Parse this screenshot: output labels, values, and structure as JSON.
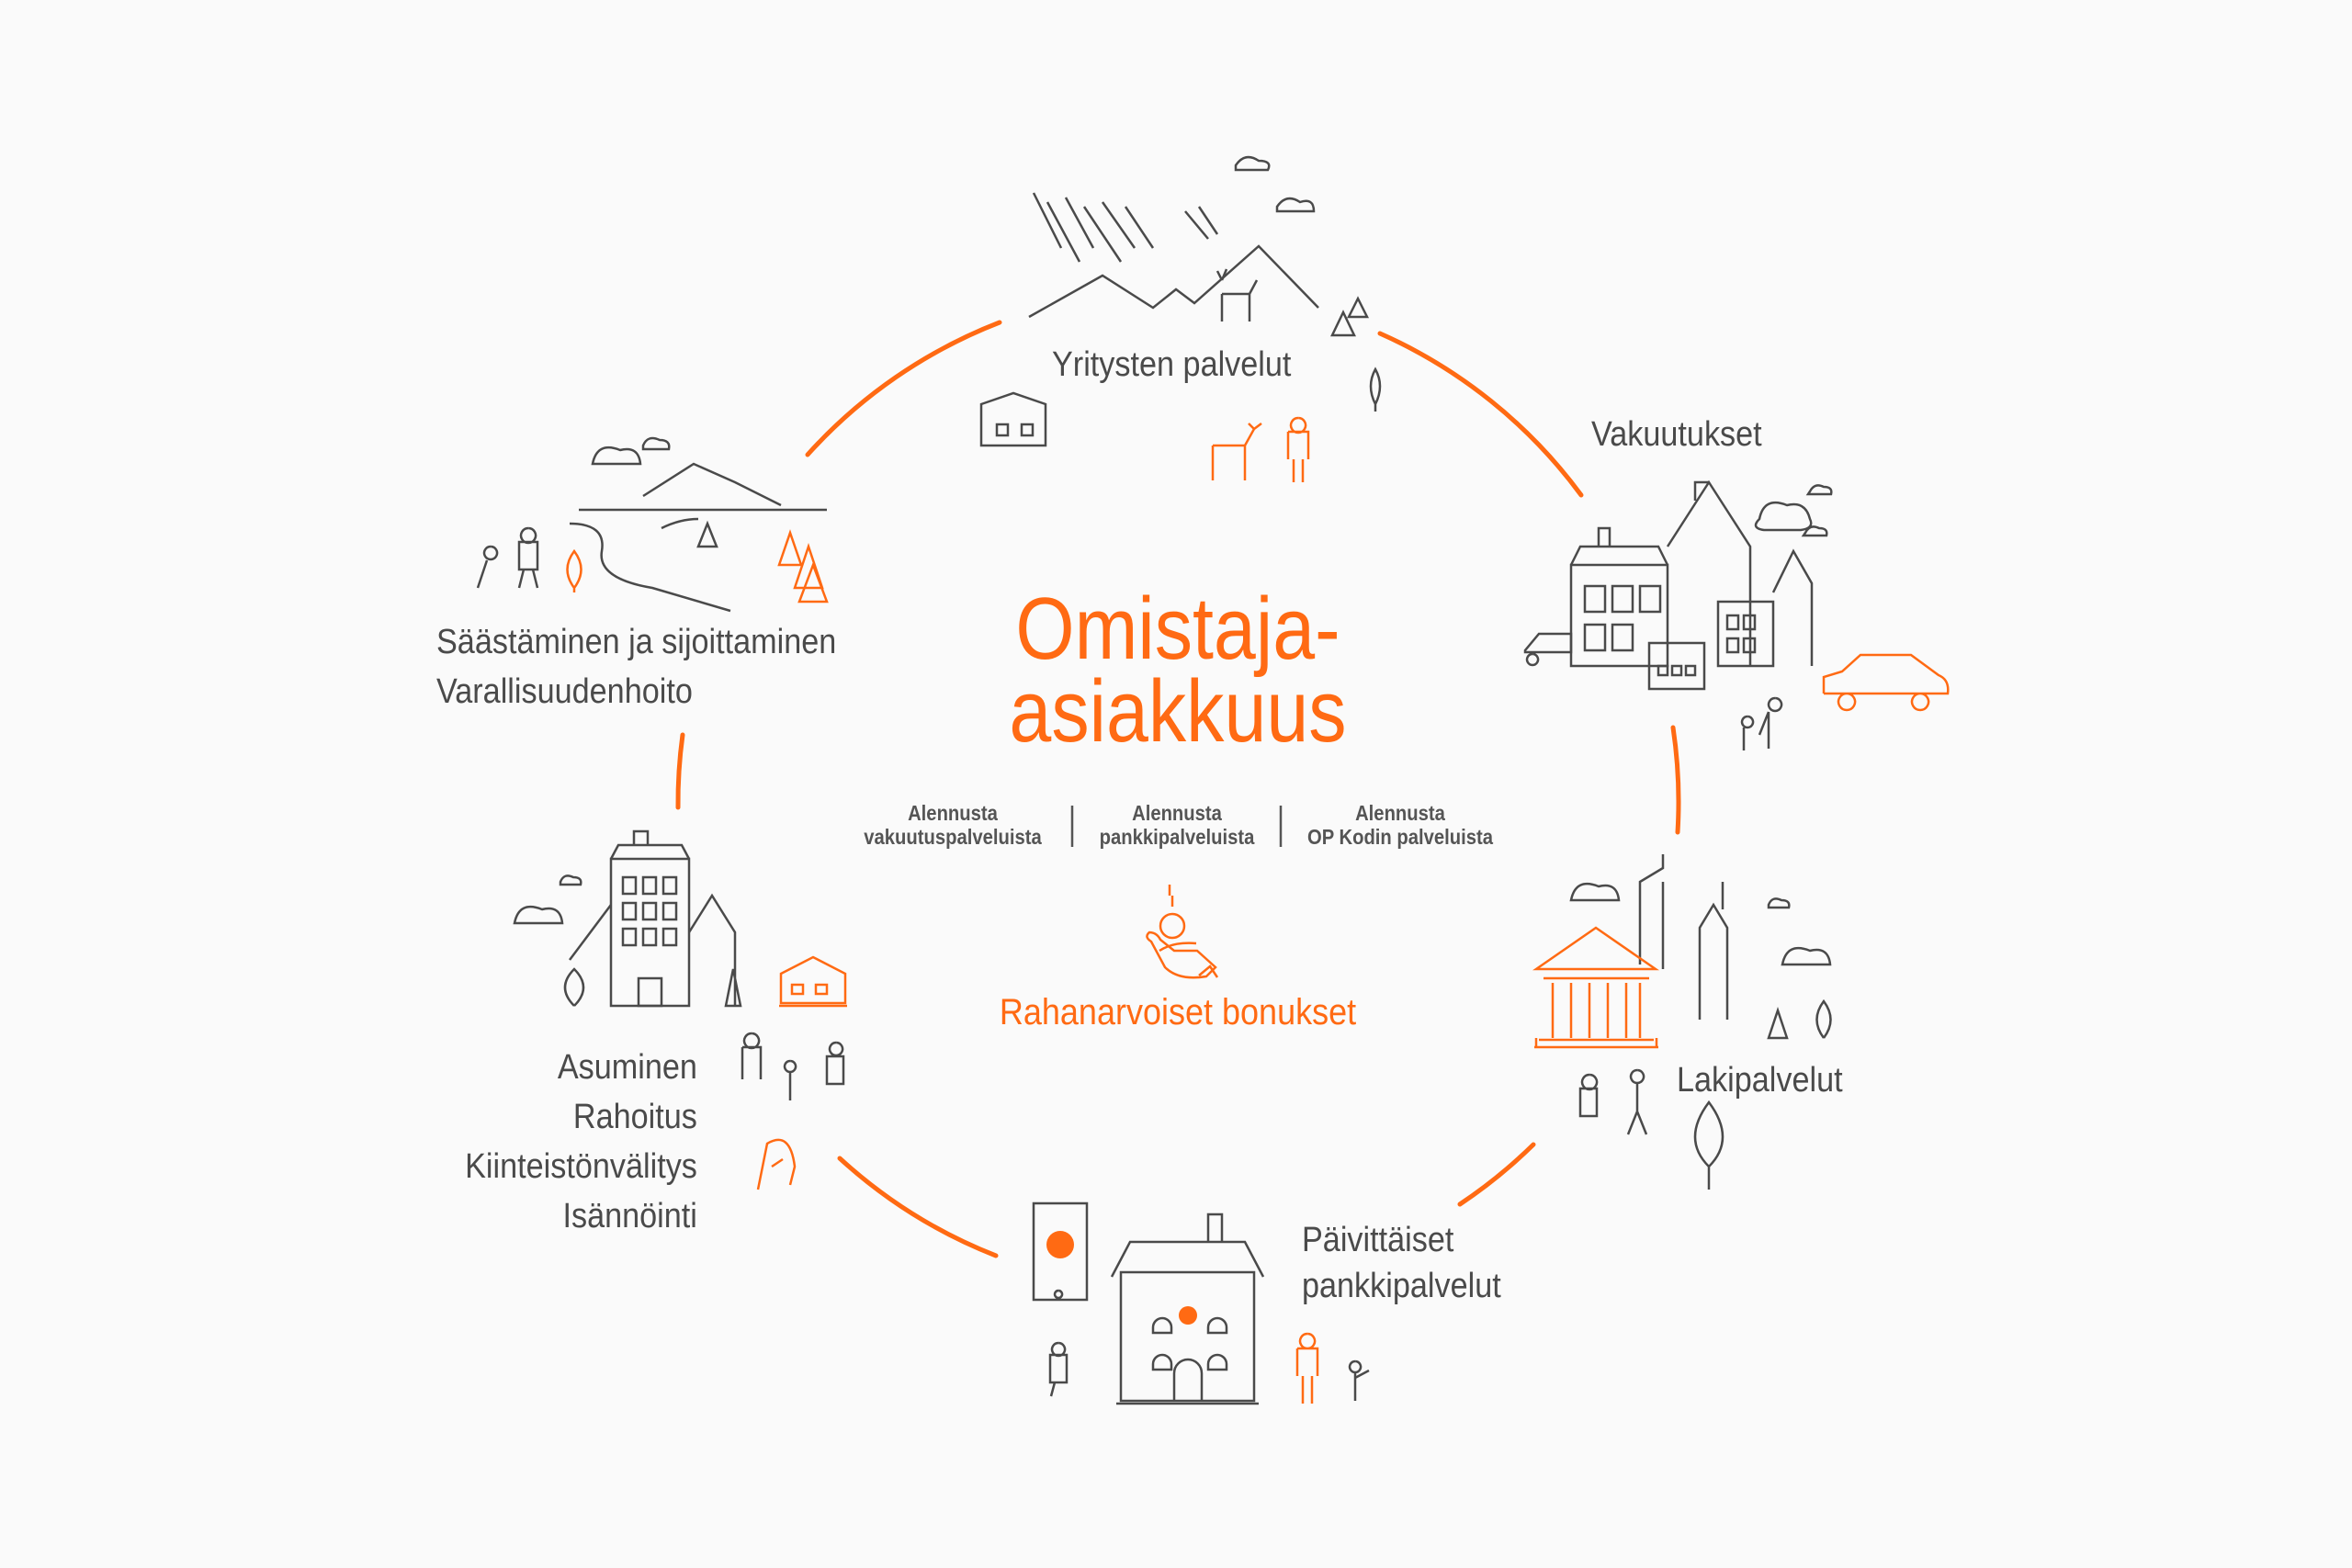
{
  "title": {
    "line1": "Omistaja-",
    "line2": "asiakkuus"
  },
  "discounts": [
    {
      "line1": "Alennusta",
      "line2": "vakuutuspalveluista"
    },
    {
      "line1": "Alennusta",
      "line2": "pankkipalveluista"
    },
    {
      "line1": "Alennusta",
      "line2": "OP Kodin palveluista"
    }
  ],
  "bonus": {
    "label": "Rahanarvoiset bonukset",
    "icon": "hand-euro-icon"
  },
  "segments": {
    "business": "Yritysten palvelut",
    "insurance": "Vakuutukset",
    "saving": [
      "Säästäminen ja sijoittaminen",
      "Varallisuudenhoito"
    ],
    "housing": [
      "Asuminen",
      "Rahoitus",
      "Kiinteistönvälitys",
      "Isännöinti"
    ],
    "legal": "Lakipalvelut",
    "banking": [
      "Päivittäiset",
      "pankkipalvelut"
    ]
  },
  "colors": {
    "accent": "#ff6a13",
    "line": "#4a4a4a",
    "background": "#fafafa"
  }
}
